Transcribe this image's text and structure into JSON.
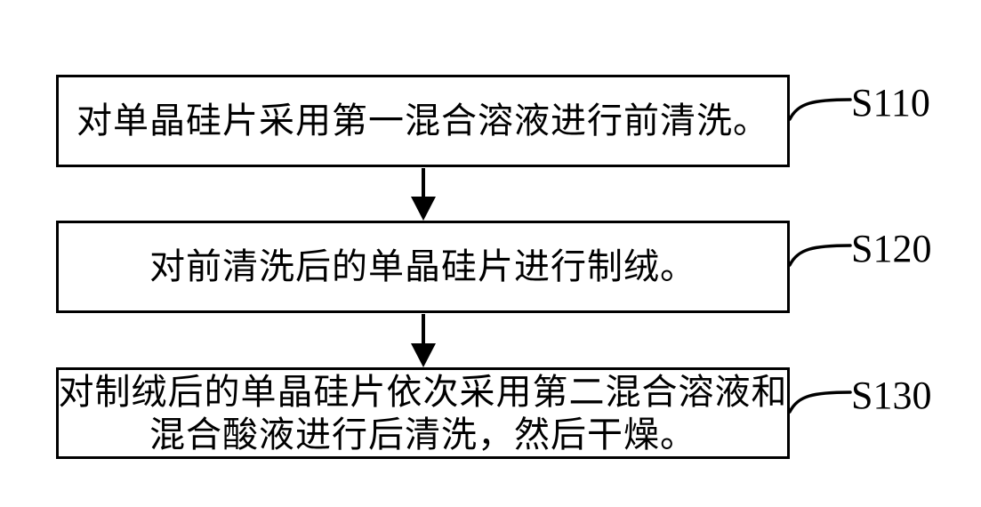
{
  "figure": {
    "background_color": "#ffffff",
    "line_color": "#000000",
    "type": "flowchart",
    "steps": [
      {
        "label": "S110",
        "lines": [
          "对单晶硅片采用第一混合溶液进行前清洗。"
        ]
      },
      {
        "label": "S120",
        "lines": [
          "对前清洗后的单晶硅片进行制绒。"
        ]
      },
      {
        "label": "S130",
        "lines": [
          "对制绒后的单晶硅片依次采用第二混合溶液和",
          "混合酸液进行后清洗，然后干燥。"
        ]
      }
    ]
  }
}
